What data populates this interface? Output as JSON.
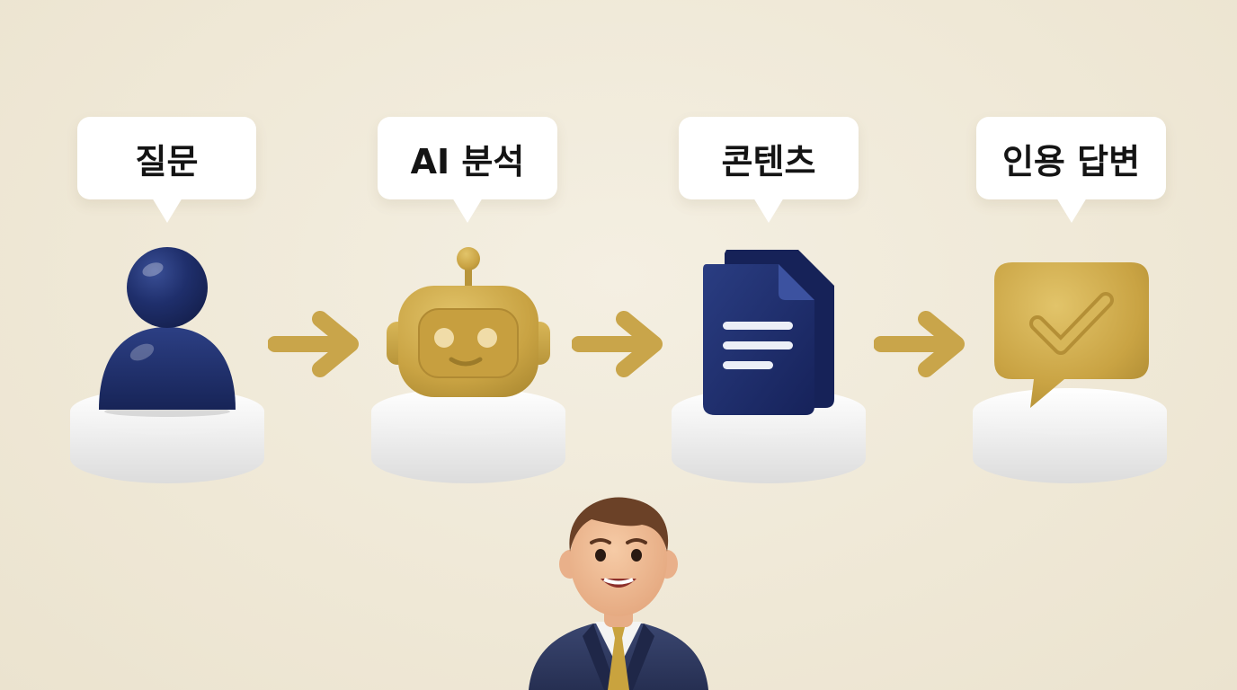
{
  "steps": [
    {
      "label": "질문",
      "icon": "user-icon"
    },
    {
      "label": "AI 분석",
      "icon": "robot-icon"
    },
    {
      "label": "콘텐츠",
      "icon": "document-icon"
    },
    {
      "label": "인용 답변",
      "icon": "chat-check-icon"
    }
  ],
  "colors": {
    "background": "#efe8d6",
    "navy": "#1d2c66",
    "gold": "#c7a13e",
    "pedestal": "#f4f4f4",
    "bubble": "#ffffff"
  },
  "character": {
    "icon": "businessman-icon"
  }
}
